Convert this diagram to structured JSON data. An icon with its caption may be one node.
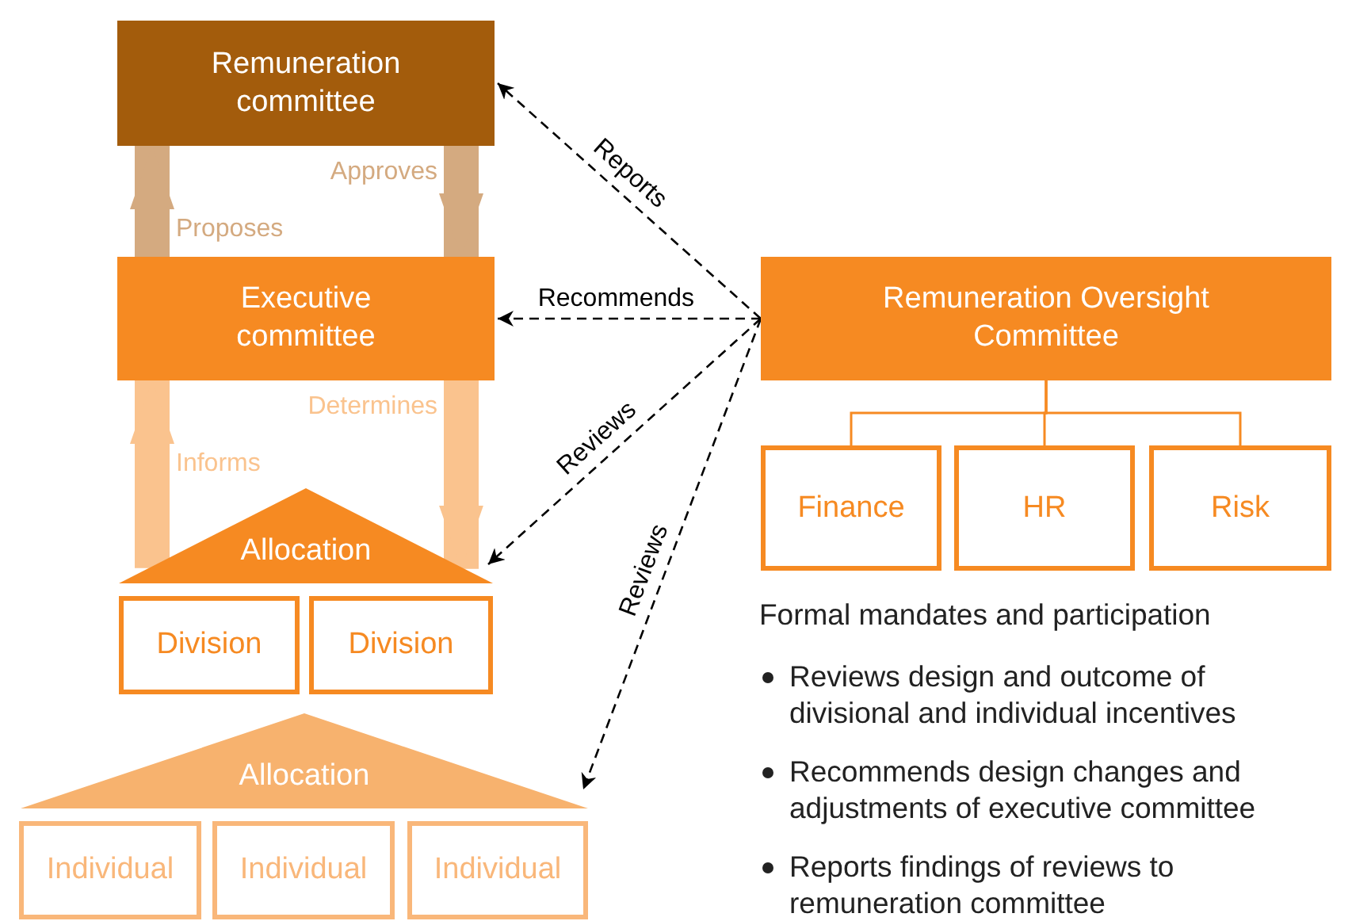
{
  "diagram": {
    "nodes": [
      {
        "text": [
          "Remuneration committee"
        ]
      },
      {
        "text": [
          "Executive committee"
        ]
      },
      {
        "text": [
          "Allocation"
        ]
      },
      {
        "text": [
          "Division"
        ]
      },
      {
        "text": [
          "Division"
        ]
      },
      {
        "text": [
          "Allocation"
        ]
      },
      {
        "text": [
          "Individual"
        ]
      },
      {
        "text": [
          "Individual"
        ]
      },
      {
        "text": [
          "Individual"
        ]
      },
      {
        "text": [
          "Remuneration Oversight Committee"
        ]
      },
      {
        "text": [
          "Finance"
        ]
      },
      {
        "text": [
          "HR"
        ]
      },
      {
        "text": [
          "Risk"
        ]
      }
    ],
    "edges": [
      {
        "from": 1,
        "to": 0,
        "arrow": "to",
        "label": "Proposes",
        "style": "thick",
        "color": "#d4aa80"
      },
      {
        "from": 0,
        "to": 1,
        "arrow": "to",
        "label": "Approves",
        "style": "thick",
        "color": "#d4aa80"
      },
      {
        "from": 2,
        "to": 1,
        "arrow": "to",
        "label": "Informs",
        "style": "thick",
        "color": "#fac38e"
      },
      {
        "from": 1,
        "to": 2,
        "arrow": "to",
        "label": "Determines",
        "style": "thick",
        "color": "#fac38e"
      },
      {
        "from": 9,
        "to": 0,
        "arrow": "to",
        "label": "Reports",
        "style": "dashed"
      },
      {
        "from": 9,
        "to": 1,
        "arrow": "to",
        "label": "Recommends",
        "style": "dashed"
      },
      {
        "from": 9,
        "to": 2,
        "arrow": "to",
        "label": "Reviews",
        "style": "dashed"
      },
      {
        "from": 9,
        "to": 5,
        "arrow": "to",
        "label": "Reviews",
        "style": "dashed"
      },
      {
        "from": 9,
        "to": 10,
        "arrow": "none",
        "color": "#f68a22"
      },
      {
        "from": 9,
        "to": 11,
        "arrow": "none",
        "color": "#f68a22"
      },
      {
        "from": 9,
        "to": 12,
        "arrow": "none",
        "color": "#f68a22"
      }
    ],
    "labels": [
      "Formal mandates and participation",
      "Reviews design and outcome of divisional and individual incentives",
      "Recommends design changes and adjustments of executive committee",
      "Reports findings of reviews to remuneration committee"
    ]
  }
}
